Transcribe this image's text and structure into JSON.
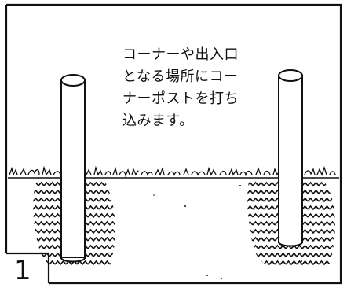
{
  "step": {
    "number": "1"
  },
  "caption": {
    "lines": [
      "コーナーや出入口",
      "となる場所にコー",
      "ナーポストを打ち",
      "込みます。"
    ]
  },
  "illustration": {
    "subject": "two fence corner posts driven into hatched ground",
    "ink_color": "#111111",
    "paper_color": "#ffffff"
  }
}
